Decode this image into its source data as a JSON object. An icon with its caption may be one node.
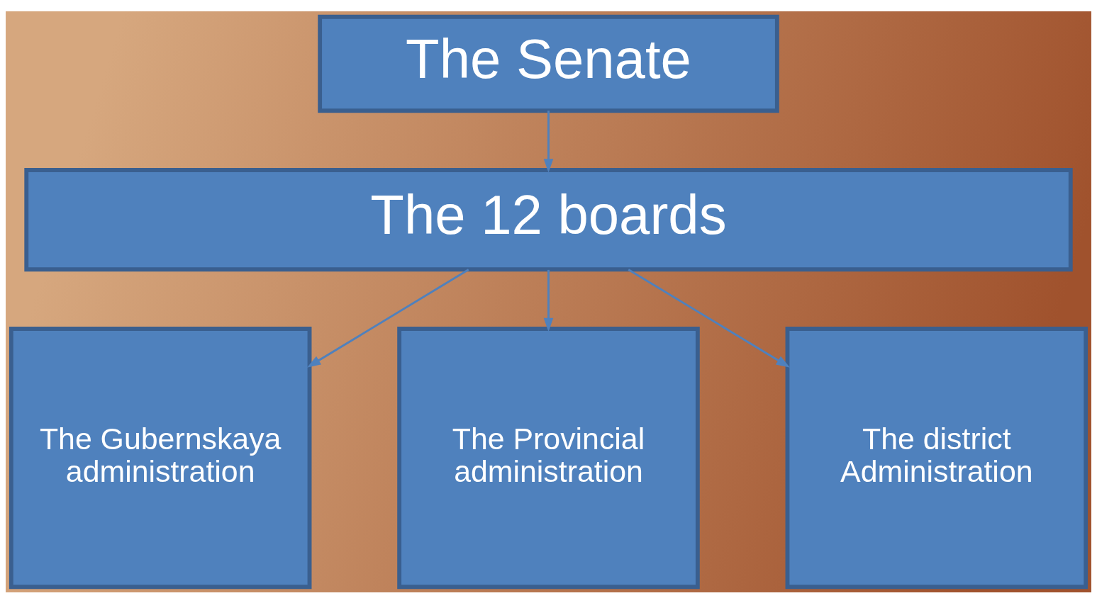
{
  "diagram": {
    "nodes": [
      {
        "text": [
          "The Senate"
        ]
      },
      {
        "text": [
          "The 12 boards"
        ]
      },
      {
        "text": [
          "The Gubernskaya administration"
        ]
      },
      {
        "text": [
          "The Provincial administration"
        ]
      },
      {
        "text": [
          "The district Administration"
        ]
      }
    ],
    "edges": [
      {
        "from": 0,
        "to": 1,
        "arrow": "to"
      },
      {
        "from": 1,
        "to": 2,
        "arrow": "to"
      },
      {
        "from": 1,
        "to": 3,
        "arrow": "to"
      },
      {
        "from": 1,
        "to": 4,
        "arrow": "to"
      }
    ]
  }
}
